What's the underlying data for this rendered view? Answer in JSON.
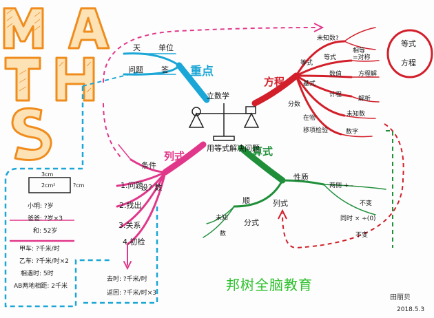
{
  "title_letters": [
    "M",
    "A",
    "T",
    "H",
    "S"
  ],
  "center": {
    "title": "用等式解决问题",
    "top": "立数学"
  },
  "branches": {
    "blue": {
      "title": "重点",
      "items": [
        "天",
        "单位",
        "问题",
        "答"
      ]
    },
    "red": {
      "title": "方程",
      "sub": [
        "未知数?",
        "等式",
        "相等",
        "=对称",
        "等式",
        "数值",
        "方程解",
        "计程",
        "解析",
        "基式",
        "在物",
        "未知数",
        "移项",
        "分数",
        "检验",
        "数字"
      ]
    },
    "green": {
      "title": "算式",
      "items": [
        "性质",
        "顺",
        "列式",
        "分式",
        "未知",
        "数",
        "两侧 + -",
        "不变",
        "同时 × ÷(0)",
        "不变"
      ]
    },
    "magenta": {
      "title": "列式",
      "items": [
        "条件",
        "1.问题",
        "2.找出",
        "3.关系",
        "4.初检",
        "设? 数"
      ]
    }
  },
  "left_box": {
    "shape_top": "3cm",
    "shape_mid": "2cm²",
    "shape_right": "?cm",
    "rows": [
      "小明: ?岁",
      "爸爸: ?岁×3",
      "和: 52岁",
      "甲车: ?千米/时",
      "乙车: ?千米/时×2",
      "相遇时: 5时",
      "AB两地相距: 2千米"
    ]
  },
  "bottom_mid": [
    "去时: ?千米/时",
    "返回: ?千米/时×3"
  ],
  "legend": {
    "a": "等式",
    "b": "方程"
  },
  "watermark": "邦树全脑教育",
  "signature": {
    "name": "田丽贝",
    "date": "2018.5.3"
  },
  "colors": {
    "orange": "#f08c1c",
    "blue": "#1aa6d6",
    "red": "#d21f2a",
    "green": "#1f8f3a",
    "magenta": "#e1378a"
  }
}
